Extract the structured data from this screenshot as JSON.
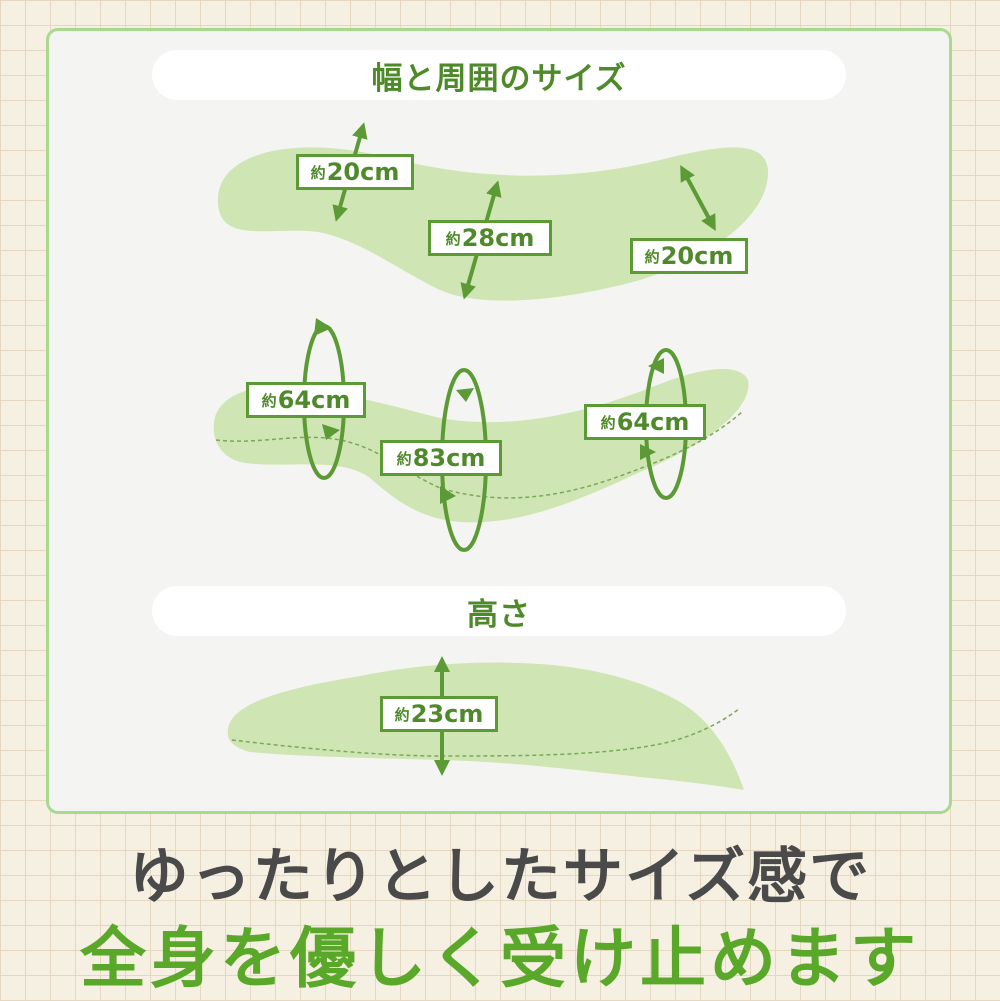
{
  "sections": {
    "width_title": "幅と周囲のサイズ",
    "height_title": "高さ"
  },
  "measurements": {
    "width_left": "20cm",
    "width_center": "28cm",
    "width_right": "20cm",
    "girth_left": "64cm",
    "girth_center": "83cm",
    "girth_right": "64cm",
    "height_center": "23cm"
  },
  "approx_prefix": "約",
  "captions": {
    "line1": "ゆったりとしたサイズ感で",
    "line2": "全身を優しく受け止めます"
  },
  "colors": {
    "pillow_fill": "#cfe6b4",
    "accent_green": "#5c9a36",
    "title_green": "#4e8a2a",
    "caption_dark": "#4a4a4a",
    "caption_green": "#5aa82a",
    "panel_border": "#a9d98c"
  }
}
